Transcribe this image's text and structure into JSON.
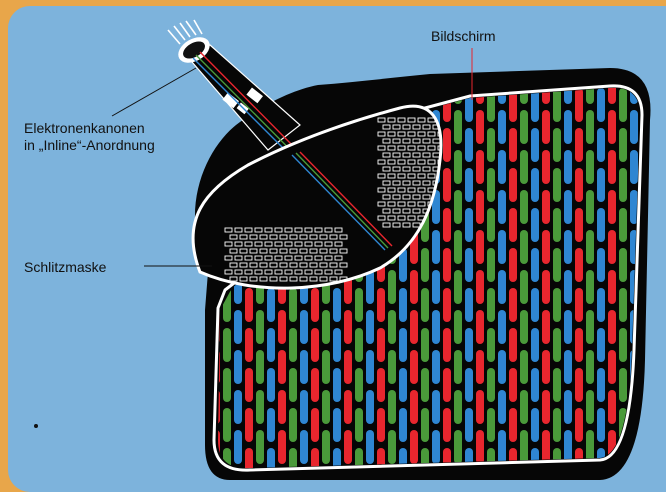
{
  "labels": {
    "bildschirm": "Bildschirm",
    "elektronenkanonen_line1": "Elektronenkanonen",
    "elektronenkanonen_line2": "in „Inline“-Anordnung",
    "schlitzmaske": "Schlitzmaske"
  },
  "colors": {
    "background_orange": "#e8a64a",
    "panel_blue": "#7db3dc",
    "tube_black": "#060606",
    "phosphor_red": "#e8262e",
    "phosphor_green": "#4a9a3a",
    "phosphor_blue": "#2f86d2",
    "outline_white": "#ffffff"
  }
}
